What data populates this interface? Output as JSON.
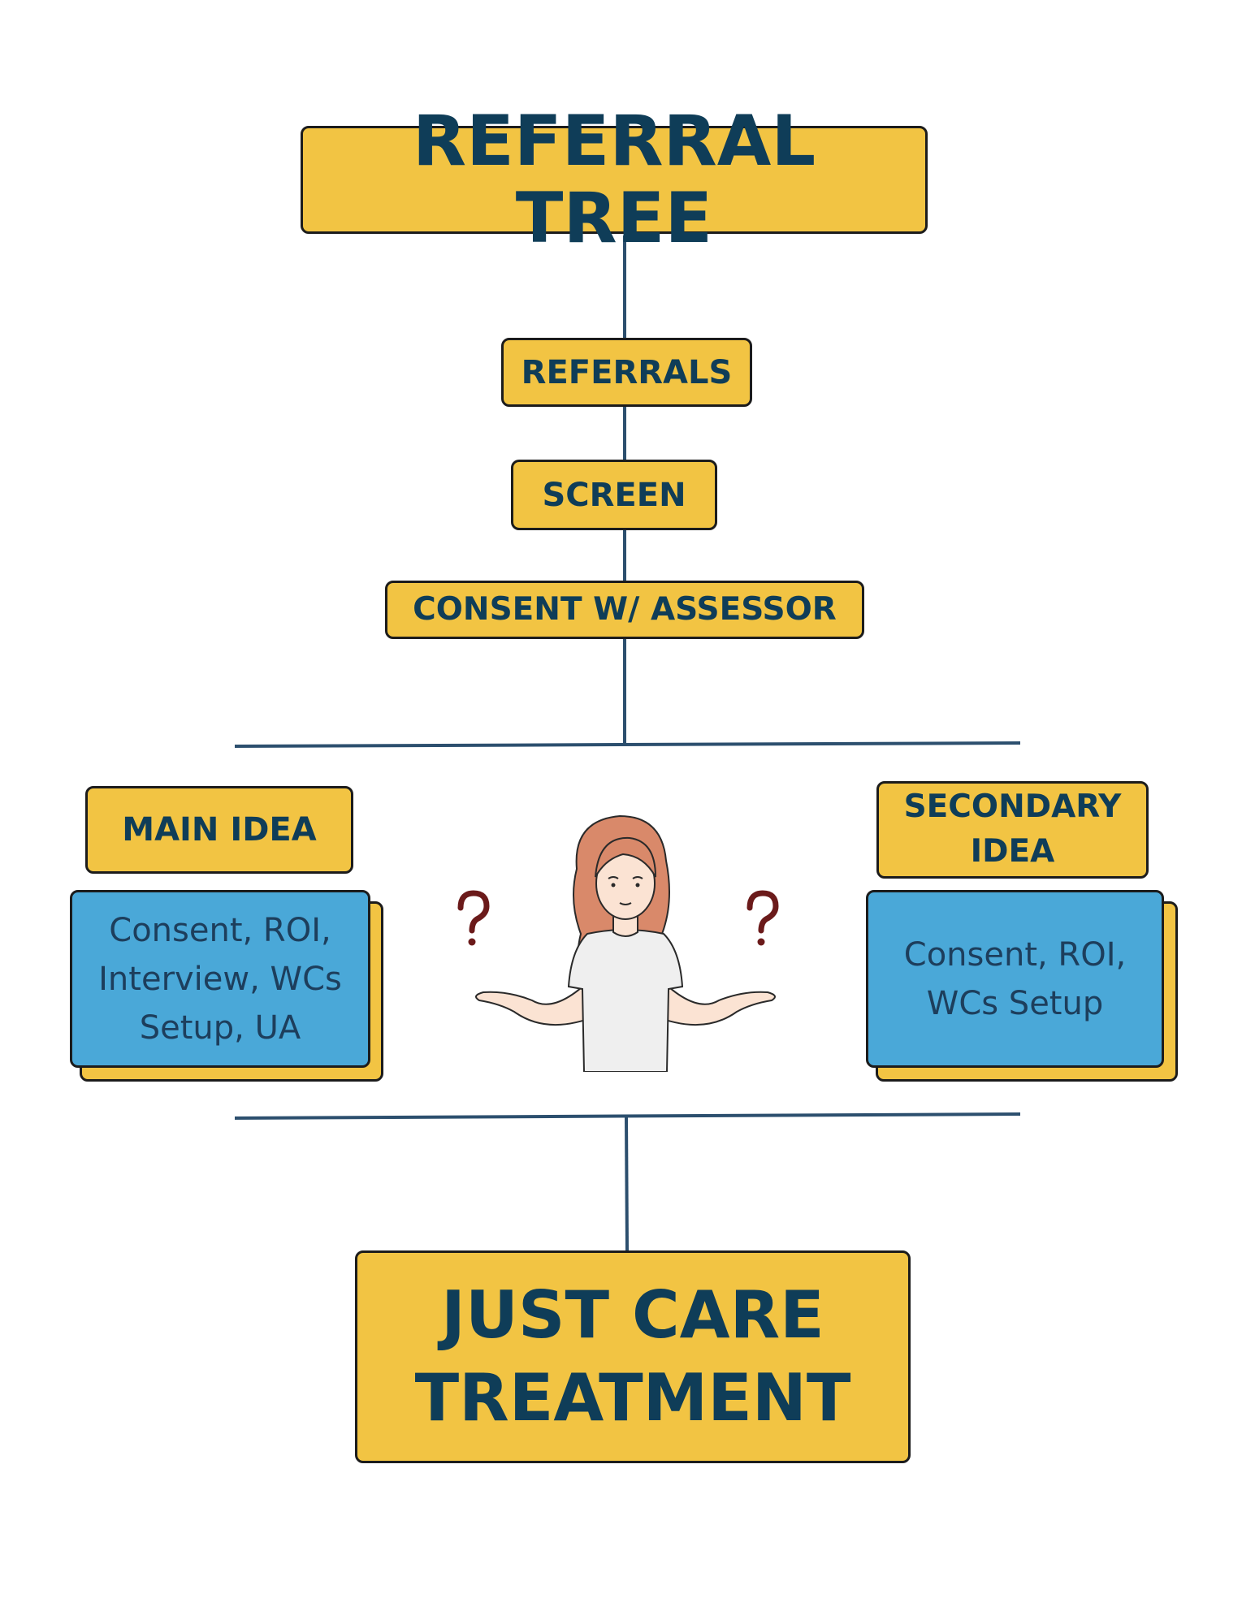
{
  "diagram": {
    "title": "REFERRAL TREE",
    "steps": {
      "referrals": "REFERRALS",
      "screen": "SCREEN",
      "consent": "CONSENT W/ ASSESSOR"
    },
    "main_idea": {
      "heading": "MAIN IDEA",
      "body": "Consent, ROI,\nInterview, WCs\nSetup, UA"
    },
    "secondary_idea": {
      "heading": "SECONDARY\nIDEA",
      "body": "Consent, ROI,\nWCs Setup"
    },
    "outcome": "JUST CARE\nTREATMENT",
    "colors": {
      "box_yellow": "#f2c443",
      "box_blue": "#4aa8d8",
      "text_navy": "#0f3d58",
      "line": "#2c4f6e"
    },
    "illustration": "shrugging-woman-with-question-marks"
  }
}
